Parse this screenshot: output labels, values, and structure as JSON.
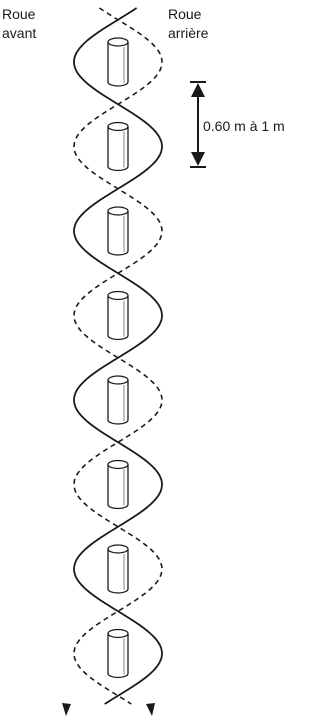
{
  "labels": {
    "front_wheel": [
      "Roue",
      "avant"
    ],
    "rear_wheel": [
      "Roue",
      "arrière"
    ]
  },
  "spacing": {
    "text": "0.60 m à 1 m"
  },
  "cone_count": 8,
  "colors": {
    "line": "#1a1a1a",
    "cone_fill": "#ffffff",
    "cone_stroke": "#1a1a1a"
  }
}
